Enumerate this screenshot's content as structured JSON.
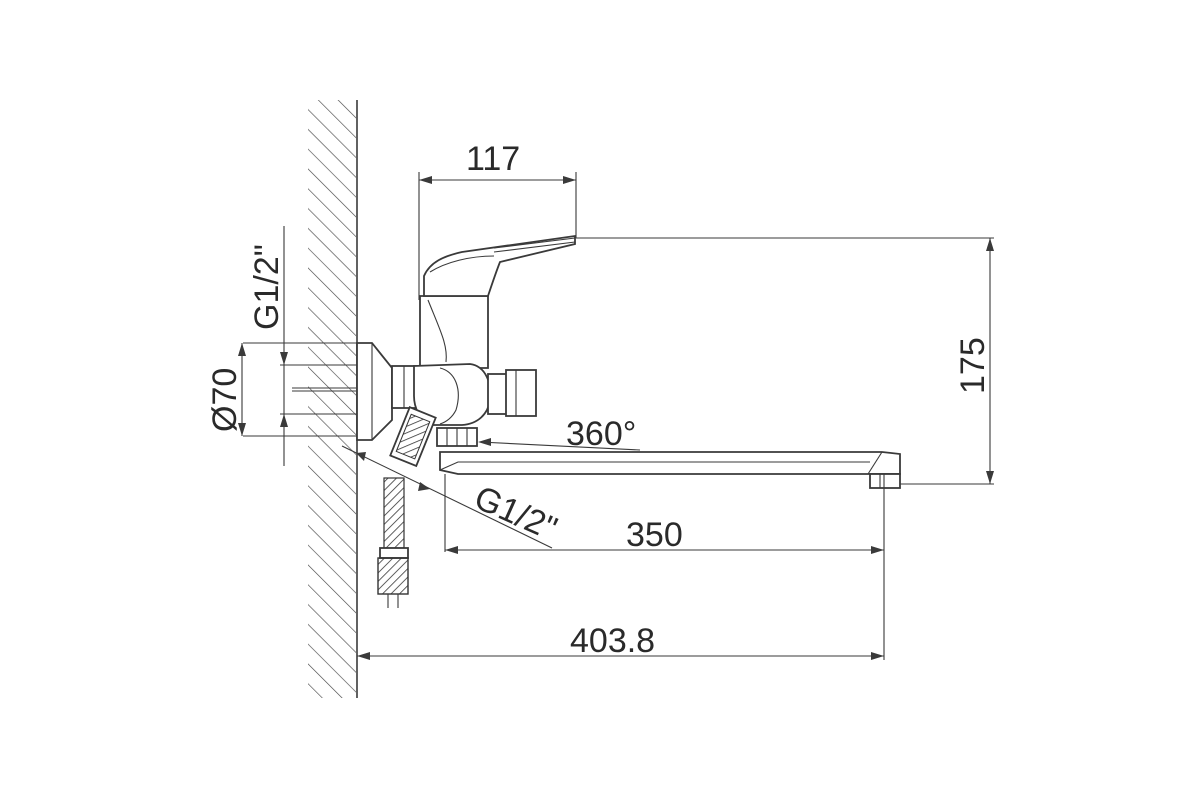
{
  "dimensions": {
    "handle_width": "117",
    "height": "175",
    "spout_length": "350",
    "total_length": "403.8",
    "rotation": "360°",
    "thread_wall": "G1/2\"",
    "thread_hose": "G1/2\"",
    "flange_diameter": "Ø70"
  },
  "colors": {
    "line": "#3a3a3a",
    "background": "#ffffff"
  }
}
